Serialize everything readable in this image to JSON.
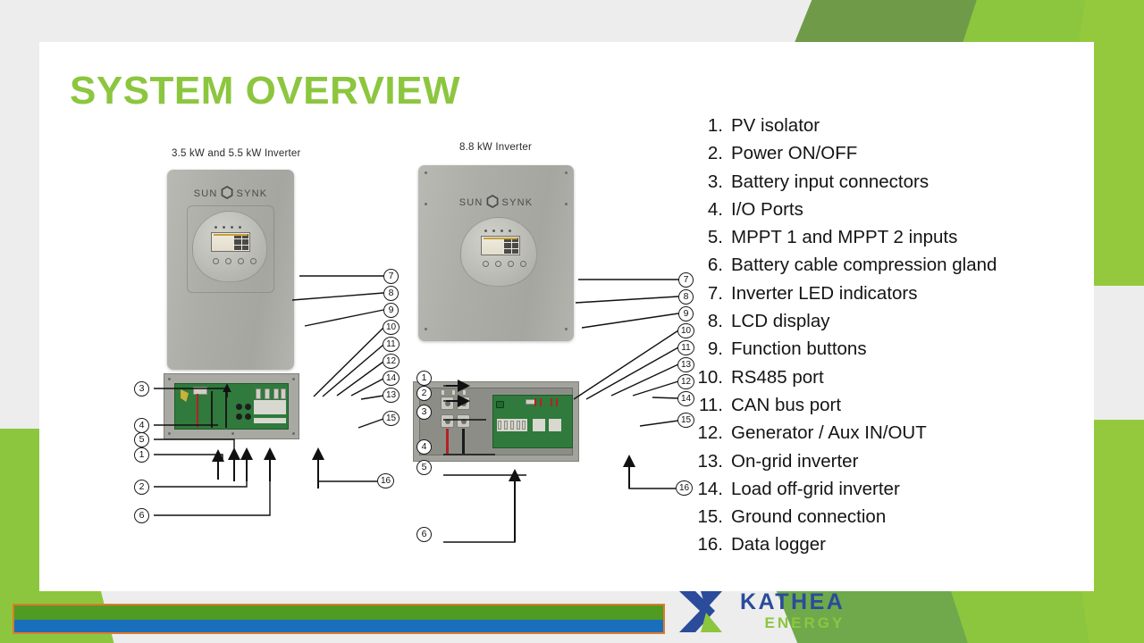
{
  "slide": {
    "title": "SYSTEM OVERVIEW",
    "accent_green": "#8CC63F",
    "accent_blue": "#2B4B9B",
    "bar_green": "#4F9B23",
    "bar_blue": "#1A6FBD",
    "bar_outline": "#E07A2A"
  },
  "diagrams": {
    "left": {
      "caption": "3.5 kW and 5.5 kW Inverter",
      "brand_first": "SUN",
      "brand_second": "SYNK",
      "brand_mark": "sunsynk-hex-logo",
      "left_callouts": [
        "3",
        "4",
        "5",
        "1",
        "2",
        "6"
      ],
      "right_callouts": [
        "7",
        "8",
        "9",
        "10",
        "11",
        "12",
        "14",
        "13",
        "15"
      ],
      "bottom_callouts": [
        "16"
      ]
    },
    "right": {
      "caption": "8.8 kW Inverter",
      "brand_first": "SUN",
      "brand_second": "SYNK",
      "brand_mark": "sunsynk-hex-logo",
      "left_callouts": [
        "1",
        "2",
        "3",
        "4",
        "5",
        "6"
      ],
      "right_callouts": [
        "7",
        "8",
        "9",
        "10",
        "11",
        "13",
        "12",
        "14",
        "15"
      ],
      "bottom_callouts": [
        "16"
      ]
    }
  },
  "legend": {
    "items": [
      {
        "num": "1.",
        "label": "PV isolator"
      },
      {
        "num": "2.",
        "label": "Power ON/OFF"
      },
      {
        "num": "3.",
        "label": "Battery input connectors"
      },
      {
        "num": "4.",
        "label": "I/O Ports"
      },
      {
        "num": "5.",
        "label": "MPPT 1 and MPPT 2 inputs"
      },
      {
        "num": "6.",
        "label": "Battery cable compression gland"
      },
      {
        "num": "7.",
        "label": "Inverter LED indicators"
      },
      {
        "num": "8.",
        "label": "LCD display"
      },
      {
        "num": "9.",
        "label": "Function buttons"
      },
      {
        "num": "10.",
        "label": "RS485 port"
      },
      {
        "num": "11.",
        "label": "CAN bus port"
      },
      {
        "num": "12.",
        "label": "Generator / Aux IN/OUT"
      },
      {
        "num": "13.",
        "label": "On-grid inverter"
      },
      {
        "num": "14.",
        "label": "Load off-grid inverter"
      },
      {
        "num": "15.",
        "label": "Ground connection"
      },
      {
        "num": "16.",
        "label": "Data logger"
      }
    ]
  },
  "footer": {
    "brand_name": "KATHEA",
    "brand_sub": "ENERGY",
    "logo": "kathea-k-mark"
  }
}
